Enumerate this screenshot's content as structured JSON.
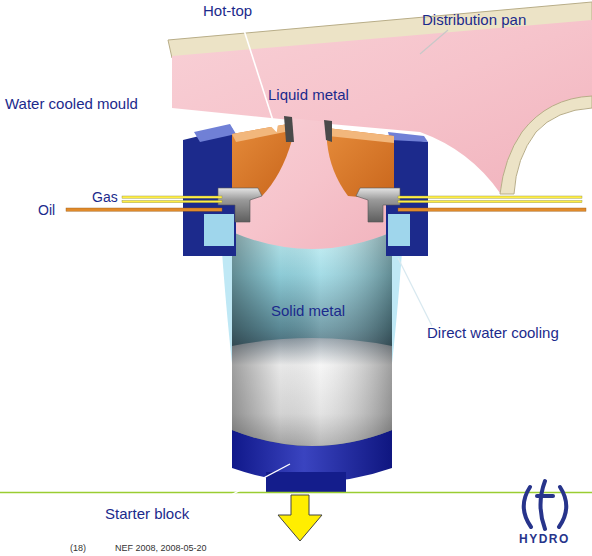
{
  "diagram": {
    "nodes": [
      {
        "text": [
          "Liquid metal"
        ]
      },
      {
        "text": [
          "Solid metal"
        ]
      }
    ],
    "labels": [
      "Hot-top",
      "Distribution pan",
      "Water cooled mould",
      "Gas",
      "Oil",
      "Direct water cooling",
      "Starter block",
      "(18)",
      "NEF 2008, 2008-05-20",
      "HYDRO"
    ]
  }
}
